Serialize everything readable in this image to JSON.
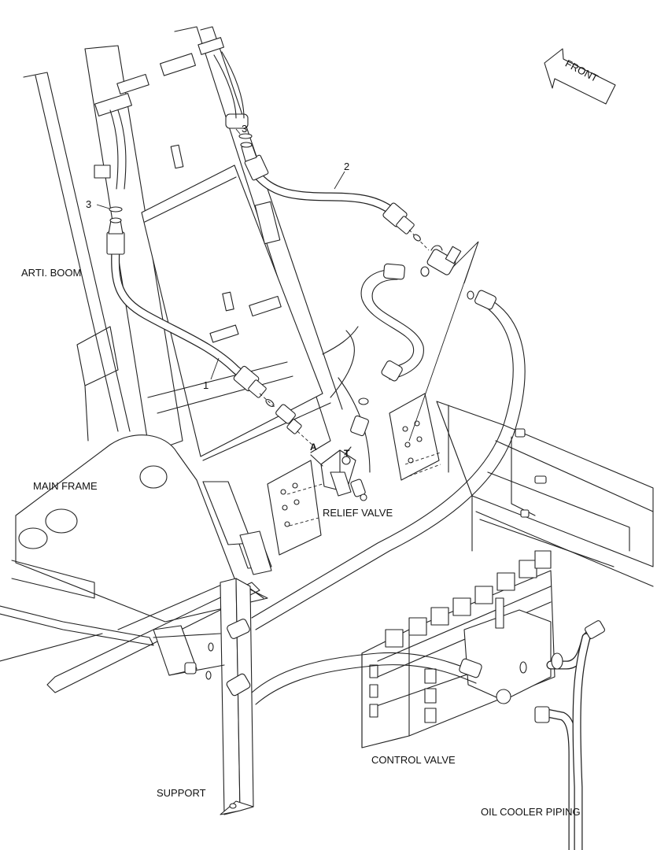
{
  "labels": {
    "arti_boom": "ARTI. BOOM",
    "main_frame": "MAIN FRAME",
    "relief_valve": "RELIEF VALVE",
    "control_valve": "CONTROL VALVE",
    "support": "SUPPORT",
    "oil_cooler_piping": "OIL COOLER PIPING",
    "front": "FRONT"
  },
  "part_numbers": {
    "hose_1": "1",
    "hose_2": "2",
    "oring_3_left": "3",
    "oring_3_right": "3"
  },
  "ports": {
    "port_a": "A",
    "port_t": "T"
  }
}
